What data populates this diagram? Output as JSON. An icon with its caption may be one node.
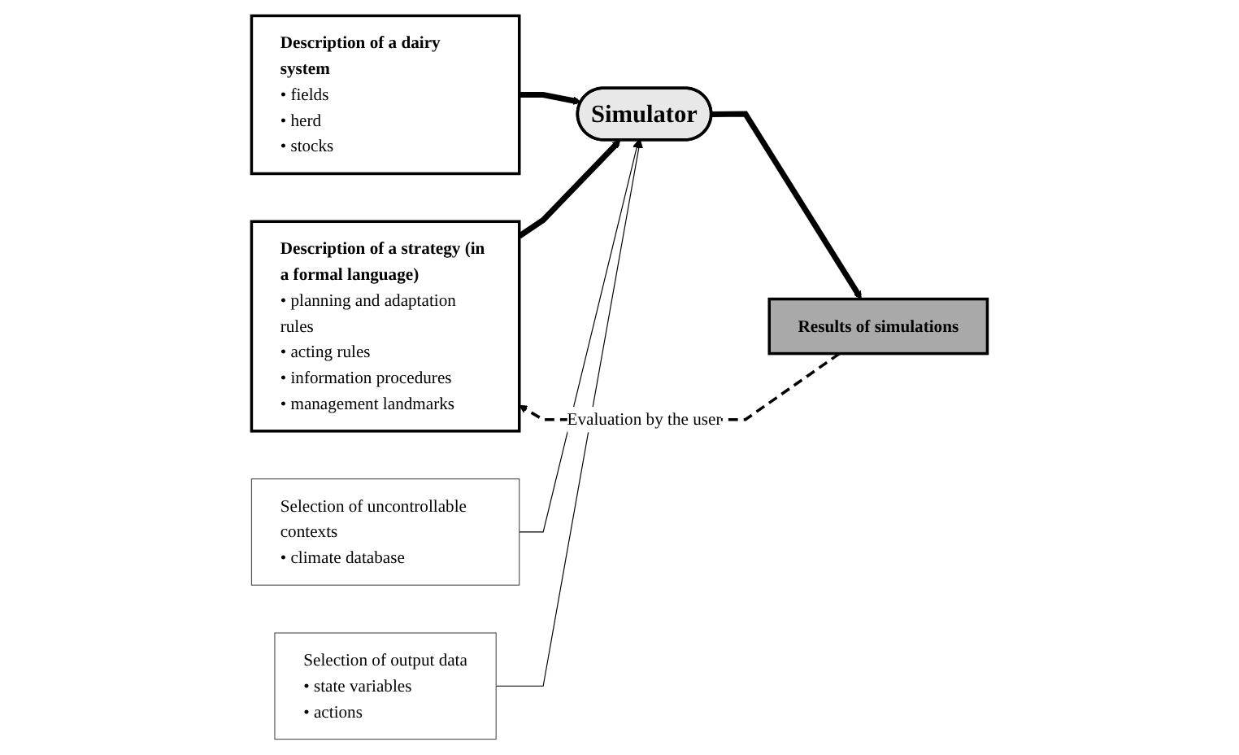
{
  "diagram": {
    "nodes": [
      {
        "text": [
          "Description of a strategy (in a formal language)",
          "• planning and adaptation rules",
          "• acting rules",
          "• information procedures",
          "• management landmarks"
        ]
      },
      {
        "text": [
          "Description of a dairy system",
          "• fields",
          "• herd",
          "• stocks"
        ]
      },
      {
        "text": [
          "Simulator"
        ]
      },
      {
        "text": [
          "Results of simulations"
        ]
      },
      {
        "text": [
          "Selection of uncontrollable contexts",
          "• climate database"
        ]
      },
      {
        "text": [
          "Selection of output data",
          "• state variables",
          "• actions"
        ]
      }
    ],
    "edges": [
      {
        "from": 0,
        "to": 2,
        "arrow": "to",
        "style": "thick"
      },
      {
        "from": 1,
        "to": 2,
        "arrow": "to",
        "style": "thick"
      },
      {
        "from": 2,
        "to": 3,
        "arrow": "to",
        "style": "thick"
      },
      {
        "from": 3,
        "to": 0,
        "arrow": "to",
        "style": "dashed",
        "label": "Evaluation by the user"
      },
      {
        "from": 4,
        "to": 2,
        "arrow": "to"
      },
      {
        "from": 5,
        "to": 2,
        "arrow": "to"
      }
    ]
  }
}
